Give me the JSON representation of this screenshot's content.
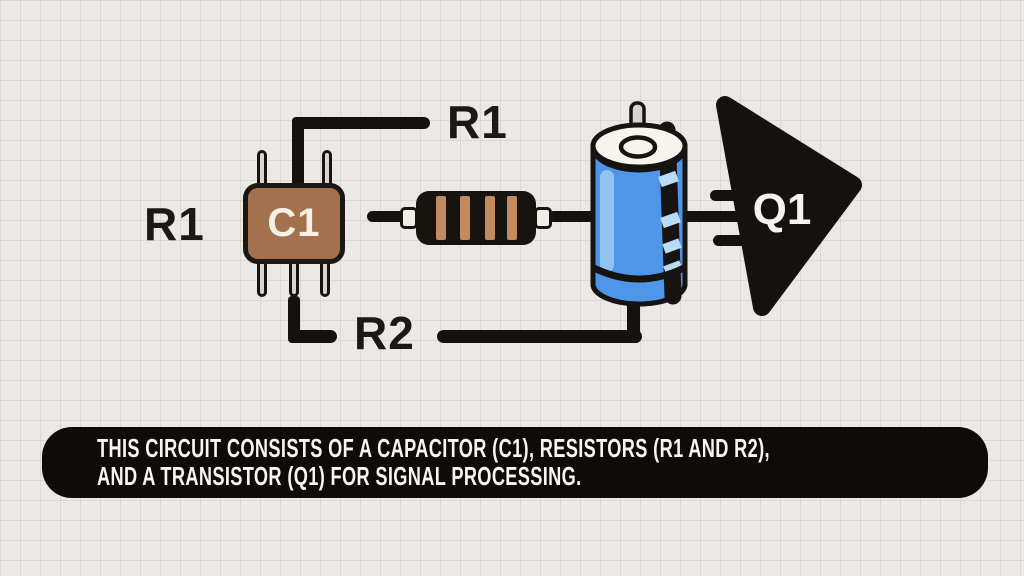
{
  "labels": {
    "r1_left": "R1",
    "r1_top": "R1",
    "r2": "R2"
  },
  "components": {
    "c1": {
      "label": "C1",
      "type": "ceramic-chip-capacitor"
    },
    "q1": {
      "label": "Q1",
      "type": "transistor"
    },
    "resistor": {
      "type": "axial-resistor",
      "band_count": 4
    },
    "electrolytic_capacitor": {
      "type": "electrolytic-capacitor"
    }
  },
  "caption": {
    "line1": "THIS CIRCUIT CONSISTS OF A CAPACITOR (C1), RESISTORS (R1 AND R2),",
    "line2": "AND A TRANSISTOR (Q1) FOR SIGNAL PROCESSING."
  },
  "colors": {
    "background": "#EAE9E5",
    "grid_line": "#D9D8D3",
    "ink": "#141210",
    "chip_brown": "#A3714E",
    "resistor_band_tan": "#C18A5F",
    "capacitor_blue": "#4D96E8",
    "capacitor_highlight": "#9CC6F3",
    "stripe_dash_blue": "#B8DCF8",
    "pin_gray": "#D8D5CF",
    "label_text": "#1B1917",
    "caption_bg": "#0D0C0B",
    "caption_text": "#F8F6F2",
    "component_label_text": "#F7F0E6"
  }
}
